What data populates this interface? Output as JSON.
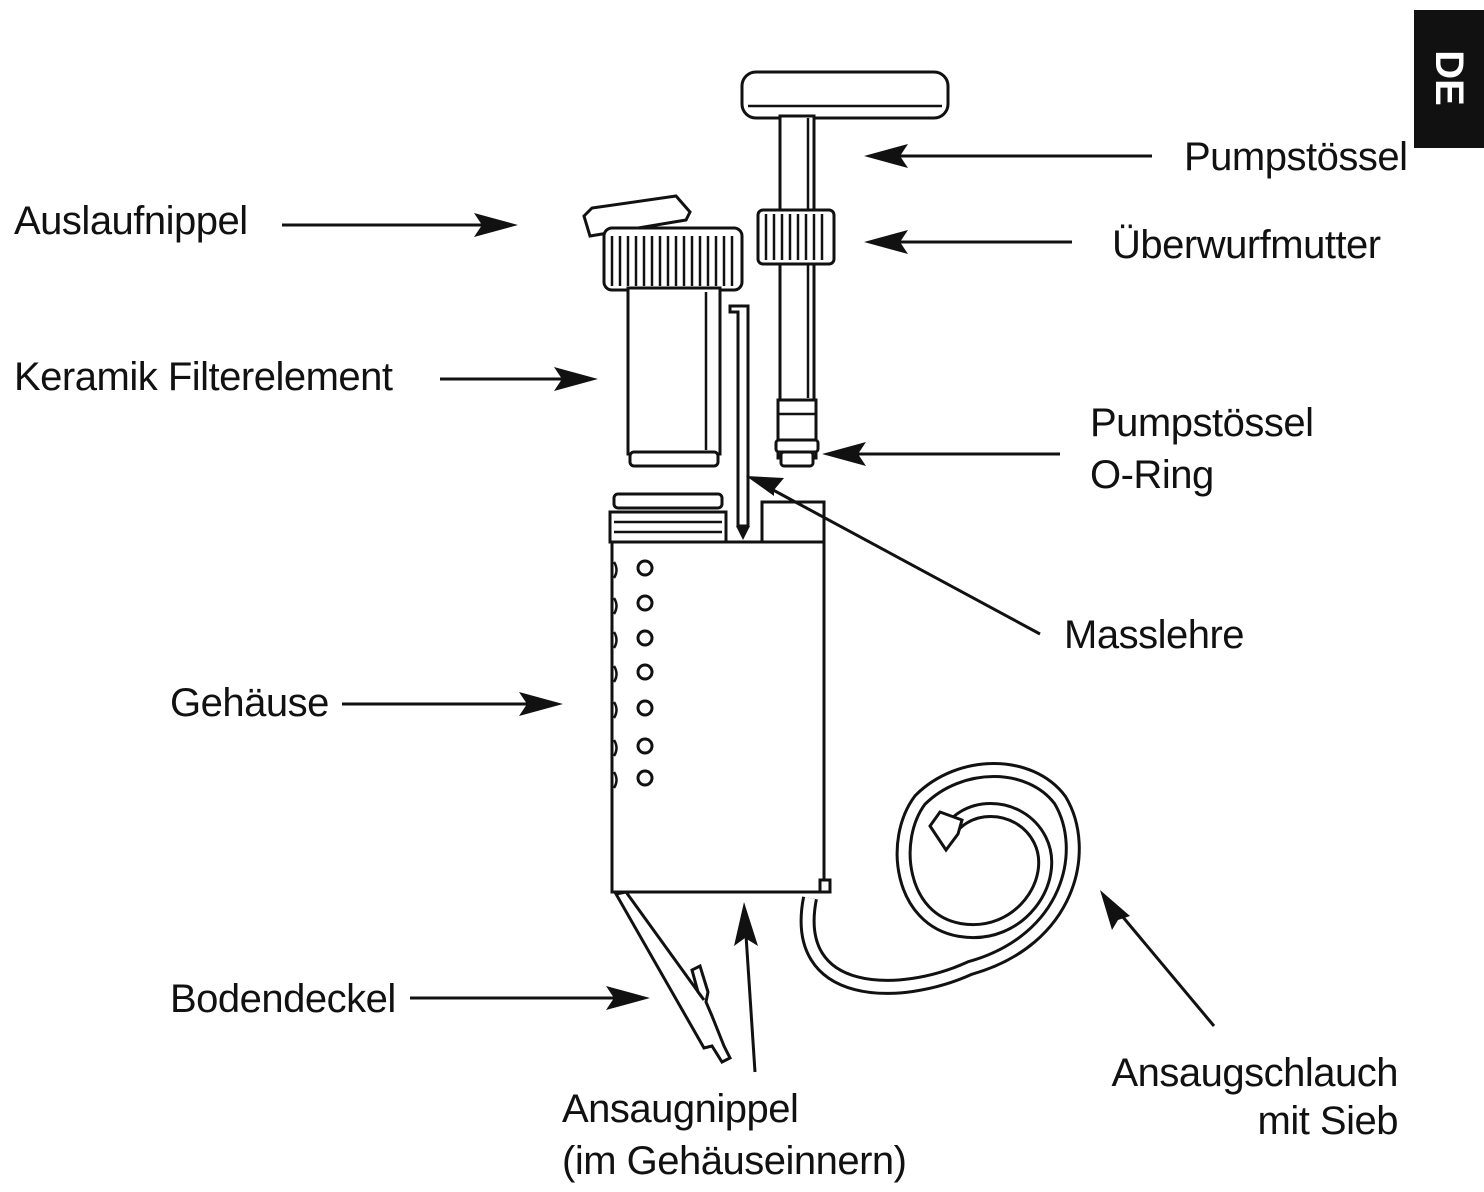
{
  "tab": {
    "text": "DE"
  },
  "labels": {
    "pumpstoessel": "Pumpstössel",
    "ueberwurfmutter": "Überwurfmutter",
    "auslaufnippel": "Auslaufnippel",
    "keramik": "Keramik Filterelement",
    "oring_line1": "Pumpstössel",
    "oring_line2": "O-Ring",
    "masslehre": "Masslehre",
    "gehaeuse": "Gehäuse",
    "bodendeckel": "Bodendeckel",
    "ansaugnippel_line1": "Ansaugnippel",
    "ansaugnippel_line2": "(im Gehäuseinnern)",
    "ansaugschlauch_line1": "Ansaugschlauch",
    "ansaugschlauch_line2": "mit Sieb"
  },
  "colors": {
    "ink": "#111111",
    "background": "#ffffff",
    "tab": "#111111"
  }
}
